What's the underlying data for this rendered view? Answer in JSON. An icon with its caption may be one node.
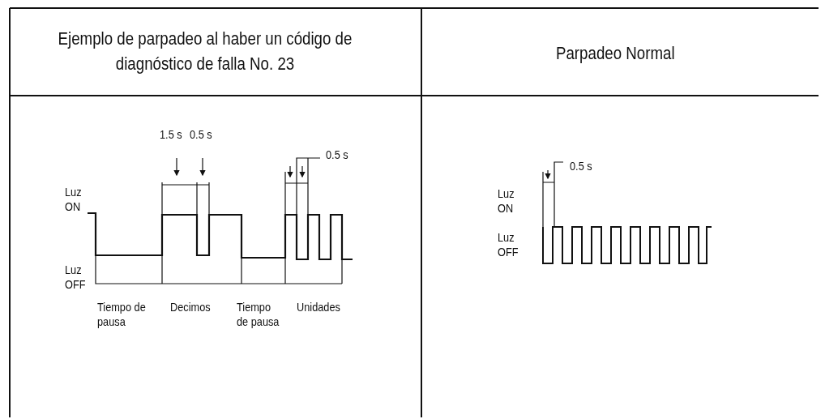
{
  "diagram": {
    "labels": [
      "Ejemplo de parpadeo al haber un código de diagnóstico de falla No. 23",
      "Parpadeo Normal",
      "1.5 s",
      "0.5 s",
      "0.5 s",
      "Luz ON",
      "Luz OFF",
      "Tiempo de pausa",
      "Decimos",
      "Tiempo de pausa",
      "Unidades",
      "0.5 s",
      "Luz ON",
      "Luz OFF"
    ]
  }
}
